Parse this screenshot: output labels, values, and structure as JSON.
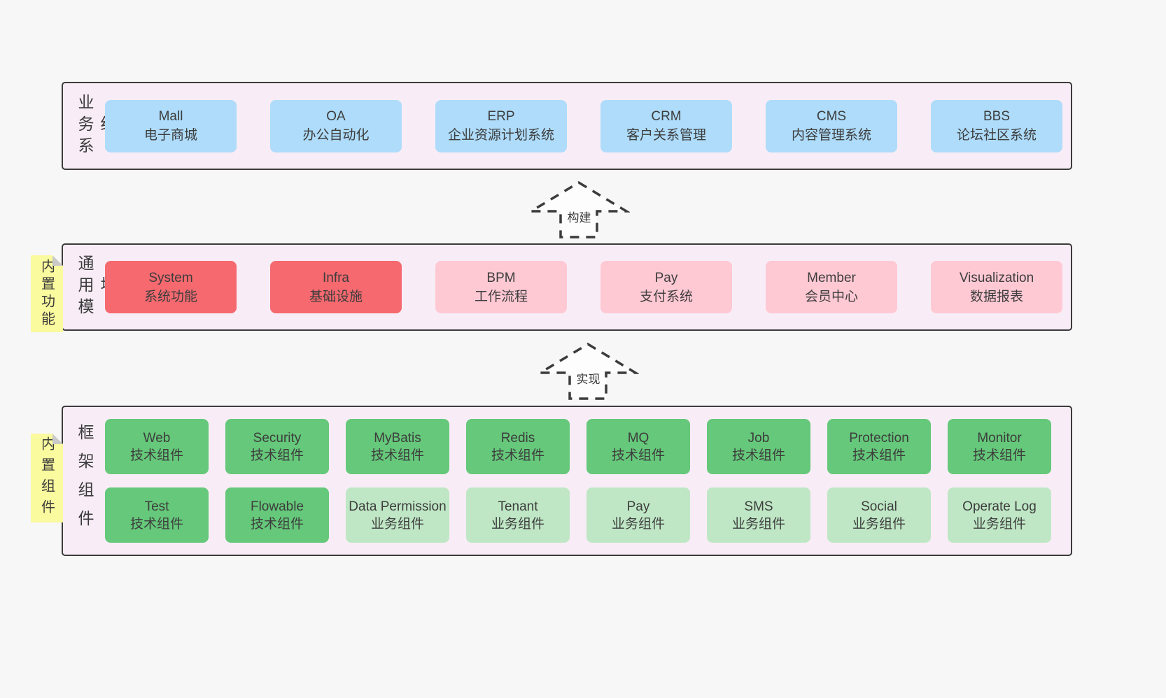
{
  "colors": {
    "page_bg": "#f7f7f7",
    "band_bg": "#f8edf6",
    "band_border": "#3b3b3b",
    "blue_box": "#aedcfa",
    "red_box": "#f5696f",
    "pink_box": "#ffc9d4",
    "green_box": "#65c87a",
    "light_green_box": "#bfe7c5",
    "sticky_note": "#fafa9e",
    "note_fold": "#c9c9c9",
    "text": "#3d3d3d"
  },
  "arrows": [
    {
      "label": "构建"
    },
    {
      "label": "实现"
    }
  ],
  "bands": [
    {
      "label": "业务系统",
      "boxes": [
        {
          "name": "Mall",
          "desc": "电子商城"
        },
        {
          "name": "OA",
          "desc": "办公自动化"
        },
        {
          "name": "ERP",
          "desc": "企业资源计划系统"
        },
        {
          "name": "CRM",
          "desc": "客户关系管理"
        },
        {
          "name": "CMS",
          "desc": "内容管理系统"
        },
        {
          "name": "BBS",
          "desc": "论坛社区系统"
        }
      ]
    },
    {
      "label": "通用模块",
      "note": "内置功能",
      "boxes": [
        {
          "name": "System",
          "desc": "系统功能"
        },
        {
          "name": "Infra",
          "desc": "基础设施"
        },
        {
          "name": "BPM",
          "desc": "工作流程"
        },
        {
          "name": "Pay",
          "desc": "支付系统"
        },
        {
          "name": "Member",
          "desc": "会员中心"
        },
        {
          "name": "Visualization",
          "desc": "数据报表"
        }
      ]
    },
    {
      "label": "框架组件",
      "note": "内置组件",
      "rows": [
        [
          {
            "name": "Web",
            "desc": "技术组件"
          },
          {
            "name": "Security",
            "desc": "技术组件"
          },
          {
            "name": "MyBatis",
            "desc": "技术组件"
          },
          {
            "name": "Redis",
            "desc": "技术组件"
          },
          {
            "name": "MQ",
            "desc": "技术组件"
          },
          {
            "name": "Job",
            "desc": "技术组件"
          },
          {
            "name": "Protection",
            "desc": "技术组件"
          },
          {
            "name": "Monitor",
            "desc": "技术组件"
          }
        ],
        [
          {
            "name": "Test",
            "desc": "技术组件"
          },
          {
            "name": "Flowable",
            "desc": "技术组件"
          },
          {
            "name": "Data Permission",
            "desc": "业务组件"
          },
          {
            "name": "Tenant",
            "desc": "业务组件"
          },
          {
            "name": "Pay",
            "desc": "业务组件"
          },
          {
            "name": "SMS",
            "desc": "业务组件"
          },
          {
            "name": "Social",
            "desc": "业务组件"
          },
          {
            "name": "Operate Log",
            "desc": "业务组件"
          }
        ]
      ]
    }
  ]
}
